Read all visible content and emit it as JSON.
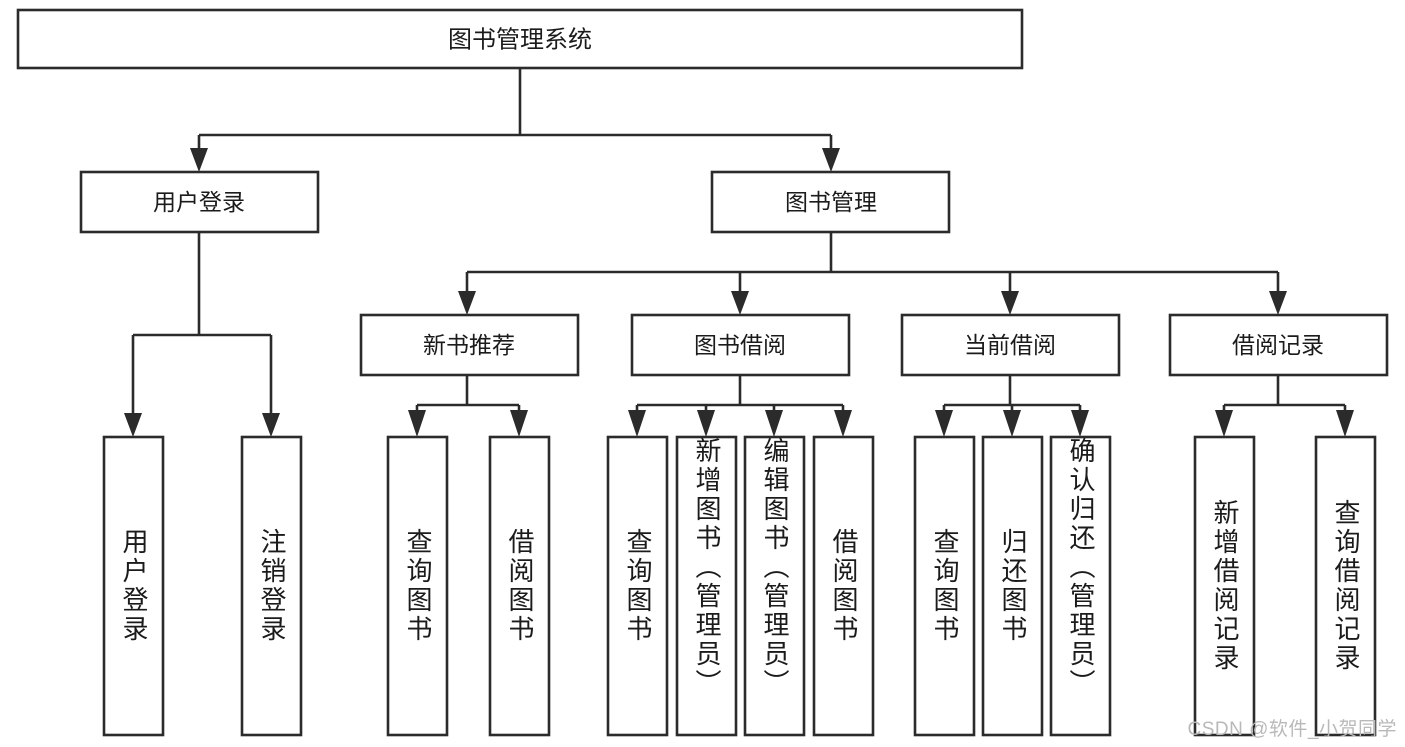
{
  "diagram": {
    "type": "tree-hierarchy",
    "title": "图书管理系统",
    "root": {
      "label": "图书管理系统"
    },
    "level2": [
      {
        "label": "用户登录"
      },
      {
        "label": "图书管理"
      }
    ],
    "level3": [
      {
        "label": "新书推荐",
        "parent": "图书管理"
      },
      {
        "label": "图书借阅",
        "parent": "图书管理"
      },
      {
        "label": "当前借阅",
        "parent": "图书管理"
      },
      {
        "label": "借阅记录",
        "parent": "图书管理"
      }
    ],
    "leaves": {
      "user_login": [
        {
          "label": "用户登录"
        },
        {
          "label": "注销登录"
        }
      ],
      "new_book_recommend": [
        {
          "label": "查询图书"
        },
        {
          "label": "借阅图书"
        }
      ],
      "book_borrow": [
        {
          "label": "查询图书"
        },
        {
          "label": "新增图书（管理员）"
        },
        {
          "label": "编辑图书（管理员）"
        },
        {
          "label": "借阅图书"
        }
      ],
      "current_borrow": [
        {
          "label": "查询图书"
        },
        {
          "label": "归还图书"
        },
        {
          "label": "确认归还（管理员）"
        }
      ],
      "borrow_records": [
        {
          "label": "新增借阅记录"
        },
        {
          "label": "查询借阅记录"
        }
      ]
    }
  },
  "colors": {
    "stroke": "#2b2b2b",
    "fill": "#ffffff",
    "text": "#1b1b1b",
    "watermark": "#b9b9b9"
  },
  "watermark": {
    "text": "CSDN @软件_小贺同学"
  }
}
